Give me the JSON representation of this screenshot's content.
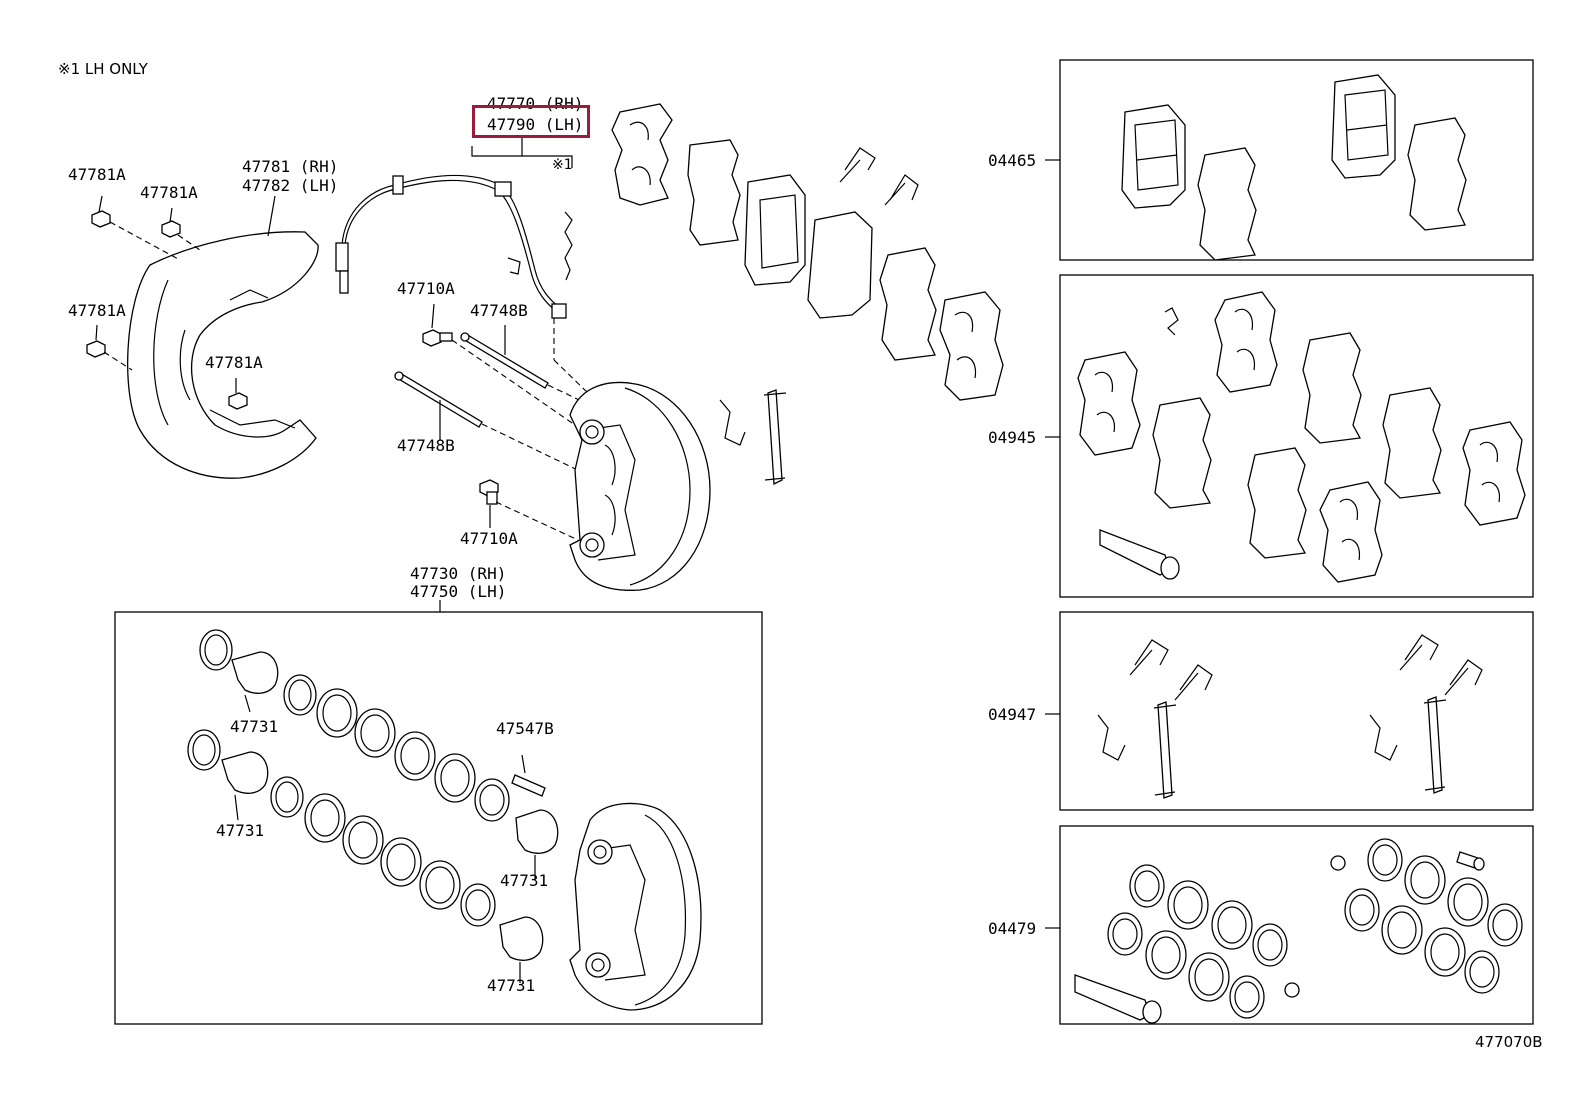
{
  "note": "※1 LH ONLY",
  "diagram_code": "477070B",
  "highlight_color": "#9b1b3a",
  "labels": {
    "p47770_rh": "47770 (RH)",
    "p47790_lh": "47790 (LH)",
    "note_ref": "※1",
    "p47781a_1": "47781A",
    "p47781a_2": "47781A",
    "p47781a_3": "47781A",
    "p47781a_4": "47781A",
    "p47781_rh": "47781 (RH)",
    "p47782_lh": "47782 (LH)",
    "p47710a_1": "47710A",
    "p47748b_1": "47748B",
    "p47748b_2": "47748B",
    "p47710a_2": "47710A",
    "p47730_rh": "47730 (RH)",
    "p47750_lh": "47750 (LH)",
    "p47731_1": "47731",
    "p47731_2": "47731",
    "p47731_3": "47731",
    "p47731_4": "47731",
    "p47547b": "47547B",
    "kit_04465": "04465",
    "kit_04945": "04945",
    "kit_04947": "04947",
    "kit_04479": "04479"
  }
}
